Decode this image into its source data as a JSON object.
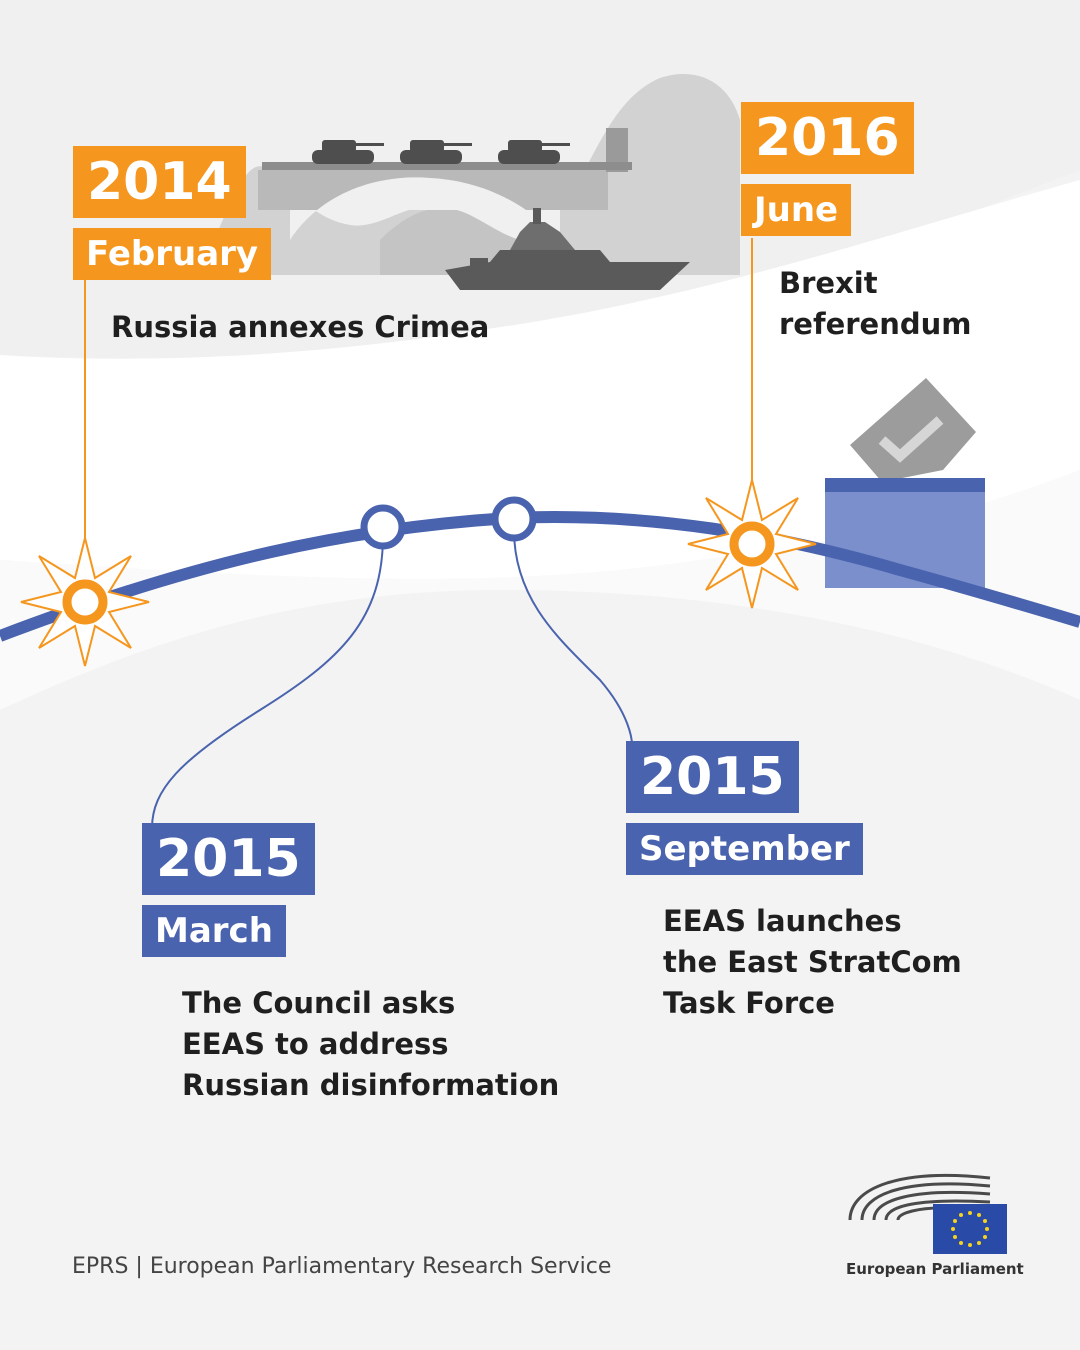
{
  "colors": {
    "orange": "#f5961e",
    "blue": "#4a63ae",
    "background": "#f3f3f3",
    "illustration_gray": "#c8c8c8"
  },
  "events": [
    {
      "year": "2014",
      "month": "February",
      "description": "Russia annexes Crimea",
      "marker": "starburst",
      "color": "orange"
    },
    {
      "year": "2015",
      "month": "March",
      "description": "The Council asks\nEEAS to address\nRussian disinformation",
      "marker": "ring",
      "color": "blue"
    },
    {
      "year": "2015",
      "month": "September",
      "description": "EEAS launches\nthe East StratCom\nTask Force",
      "marker": "ring",
      "color": "blue"
    },
    {
      "year": "2016",
      "month": "June",
      "description": "Brexit\nreferendum",
      "marker": "starburst",
      "color": "orange"
    }
  ],
  "illustrations": {
    "crimea": [
      "mountain-illustration",
      "bridge-illustration",
      "tank-icon",
      "warship-icon"
    ],
    "brexit": [
      "ballot-paper-icon",
      "ballot-box-icon"
    ]
  },
  "footer": {
    "source": "EPRS | European Parliamentary Research Service"
  },
  "logo": {
    "label": "European Parliament",
    "icon": "hemicycle-eu-flag-logo"
  }
}
